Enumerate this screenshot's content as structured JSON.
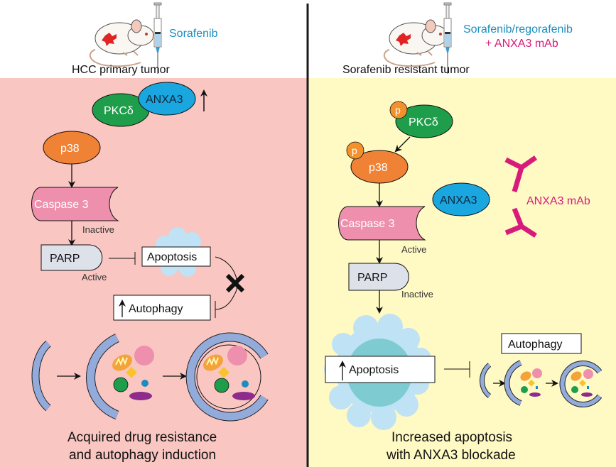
{
  "colors": {
    "left_bg": "#F9C6C2",
    "right_bg": "#FFF9C4",
    "header_bg": "#FFFFFF",
    "divider": "#1A1A1A",
    "drug_blue": "#1A8CC0",
    "mab_magenta": "#D81B7A",
    "pkc_green": "#1E9E4A",
    "anxa3_blue": "#1AA7E0",
    "p38_orange": "#F08236",
    "caspase_pink": "#EE8FAE",
    "parp_gray": "#DCE1EA",
    "phospho_orange": "#F3922D",
    "cloud_light": "#BFE2F4",
    "cloud_core_left": "#6FB2D8",
    "cloud_core_right": "#7ECCD2",
    "membrane_blue": "#93ABDB"
  },
  "left_panel": {
    "header": {
      "drug_label": "Sorafenib",
      "tumor_label": "HCC primary tumor"
    },
    "nodes": {
      "pkc": "PKCδ",
      "anxa3": "ANXA3",
      "p38": "p38",
      "caspase3": "Caspase 3",
      "caspase3_state": "Inactive",
      "parp": "PARP",
      "parp_state": "Active",
      "apoptosis": "Apoptosis",
      "autophagy": "Autophagy"
    },
    "indicators": {
      "anxa3_change": "up",
      "autophagy_change": "up",
      "blocked_link": "apoptosis-to-autophagy"
    },
    "caption": [
      "Acquired drug resistance",
      "and autophagy induction"
    ]
  },
  "right_panel": {
    "header": {
      "drug_label_line1": "Sorafenib/regorafenib",
      "drug_label_line2": "+ ANXA3 mAb",
      "tumor_label": "Sorafenib resistant tumor"
    },
    "nodes": {
      "phospho": "p",
      "pkc": "PKCδ",
      "p38": "p38",
      "anxa3": "ANXA3",
      "mab": "ANXA3 mAb",
      "caspase3": "Caspase 3",
      "caspase3_state": "Active",
      "parp": "PARP",
      "parp_state": "Inactive",
      "apoptosis": "Apoptosis",
      "autophagy": "Autophagy"
    },
    "indicators": {
      "apoptosis_change": "up"
    },
    "caption": [
      "Increased apoptosis",
      "with ANXA3 blockade"
    ]
  }
}
